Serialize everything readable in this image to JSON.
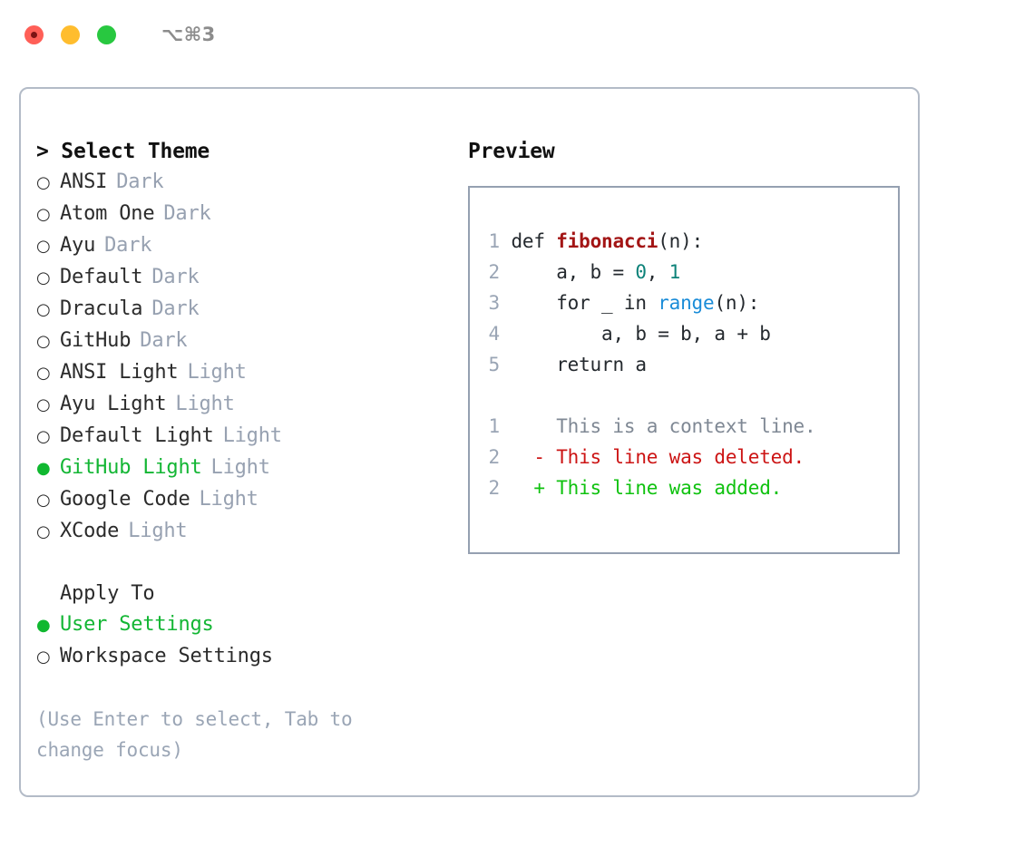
{
  "window": {
    "shortcut": "⌥⌘3",
    "traffic_lights": [
      {
        "name": "close",
        "color": "#ff5f57"
      },
      {
        "name": "minimize",
        "color": "#ffbd2e"
      },
      {
        "name": "zoom",
        "color": "#28c840"
      }
    ]
  },
  "theme_panel": {
    "title": "> Select Theme",
    "marker_selected": "●",
    "marker_unselected": "○",
    "items": [
      {
        "name": "ANSI",
        "category": "Dark",
        "selected": false
      },
      {
        "name": "Atom One",
        "category": "Dark",
        "selected": false
      },
      {
        "name": "Ayu",
        "category": "Dark",
        "selected": false
      },
      {
        "name": "Default",
        "category": "Dark",
        "selected": false
      },
      {
        "name": "Dracula",
        "category": "Dark",
        "selected": false
      },
      {
        "name": "GitHub",
        "category": "Dark",
        "selected": false
      },
      {
        "name": "ANSI Light",
        "category": "Light",
        "selected": false
      },
      {
        "name": "Ayu Light",
        "category": "Light",
        "selected": false
      },
      {
        "name": "Default Light",
        "category": "Light",
        "selected": false
      },
      {
        "name": "GitHub Light",
        "category": "Light",
        "selected": true
      },
      {
        "name": "Google Code",
        "category": "Light",
        "selected": false
      },
      {
        "name": "XCode",
        "category": "Light",
        "selected": false
      }
    ]
  },
  "apply_to": {
    "heading": "Apply To",
    "options": [
      {
        "label": "User Settings",
        "selected": true
      },
      {
        "label": "Workspace Settings",
        "selected": false
      }
    ]
  },
  "hint": "(Use Enter to select, Tab to change focus)",
  "preview": {
    "title": "Preview",
    "code_lines": [
      {
        "num": "1",
        "tokens": [
          {
            "t": "def ",
            "c": "plain"
          },
          {
            "t": "fibonacci",
            "c": "fn"
          },
          {
            "t": "(n):",
            "c": "plain"
          }
        ]
      },
      {
        "num": "2",
        "tokens": [
          {
            "t": "    a, b = ",
            "c": "plain"
          },
          {
            "t": "0",
            "c": "num"
          },
          {
            "t": ", ",
            "c": "plain"
          },
          {
            "t": "1",
            "c": "num"
          }
        ]
      },
      {
        "num": "3",
        "tokens": [
          {
            "t": "    for _ in ",
            "c": "plain"
          },
          {
            "t": "range",
            "c": "built"
          },
          {
            "t": "(n):",
            "c": "plain"
          }
        ]
      },
      {
        "num": "4",
        "tokens": [
          {
            "t": "        a, b = b, a + b",
            "c": "plain"
          }
        ]
      },
      {
        "num": "5",
        "tokens": [
          {
            "t": "    return a",
            "c": "plain"
          }
        ]
      }
    ],
    "diff_lines": [
      {
        "num": "1",
        "marker": " ",
        "text": "This is a context line.",
        "kind": "ctx"
      },
      {
        "num": "2",
        "marker": "-",
        "text": "This line was deleted.",
        "kind": "del"
      },
      {
        "num": "2",
        "marker": "+",
        "text": "This line was added.",
        "kind": "add"
      }
    ]
  },
  "colors": {
    "accent_selected": "#13b634",
    "category_label": "#97a1b1",
    "hint_text": "#9aa5b5",
    "panel_border": "#b3bbc7",
    "preview_border": "#95a0b1",
    "code_function": "#a31515",
    "code_number": "#0d8279",
    "code_builtin": "#1a8cd8",
    "diff_context": "#7f8894",
    "diff_deleted": "#cc1414",
    "diff_added": "#0fc20f"
  }
}
